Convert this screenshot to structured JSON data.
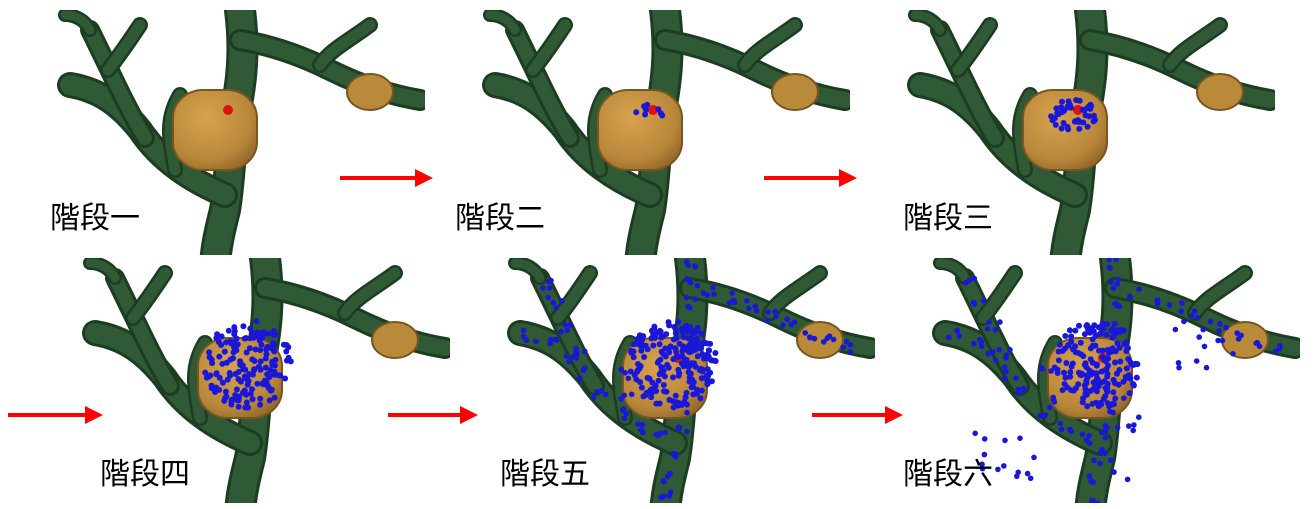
{
  "colors": {
    "branch": "#2f5a35",
    "branch_dark": "#1d3d23",
    "tumor": "#b98a3a",
    "tumor_dark": "#7a5520",
    "cell": "#1a17d8",
    "origin": "#e01010",
    "arrow": "#ff0000"
  },
  "panels": [
    {
      "label": "階段一",
      "stage": 1,
      "cells_in_tumor": 0,
      "cells_in_vessel": 0,
      "cells_escaped": 0,
      "origin_visible": true
    },
    {
      "label": "階段二",
      "stage": 2,
      "cells_in_tumor": 8,
      "cells_in_vessel": 0,
      "cells_escaped": 0,
      "origin_visible": true
    },
    {
      "label": "階段三",
      "stage": 3,
      "cells_in_tumor": 45,
      "cells_in_vessel": 0,
      "cells_escaped": 0,
      "origin_visible": true
    },
    {
      "label": "階段四",
      "stage": 4,
      "cells_in_tumor": 170,
      "cells_in_vessel": 0,
      "cells_escaped": 0,
      "origin_visible": false
    },
    {
      "label": "階段五",
      "stage": 5,
      "cells_in_tumor": 200,
      "cells_in_vessel": 130,
      "cells_escaped": 0,
      "origin_visible": true
    },
    {
      "label": "階段六",
      "stage": 6,
      "cells_in_tumor": 170,
      "cells_in_vessel": 120,
      "cells_escaped": 40,
      "origin_visible": true
    }
  ],
  "arrows": [
    {
      "from": "階段一",
      "to": "階段二"
    },
    {
      "from": "階段二",
      "to": "階段三"
    },
    {
      "from": "階段三",
      "to": "階段四"
    },
    {
      "from": "階段四",
      "to": "階段五"
    },
    {
      "from": "階段五",
      "to": "階段六"
    }
  ]
}
